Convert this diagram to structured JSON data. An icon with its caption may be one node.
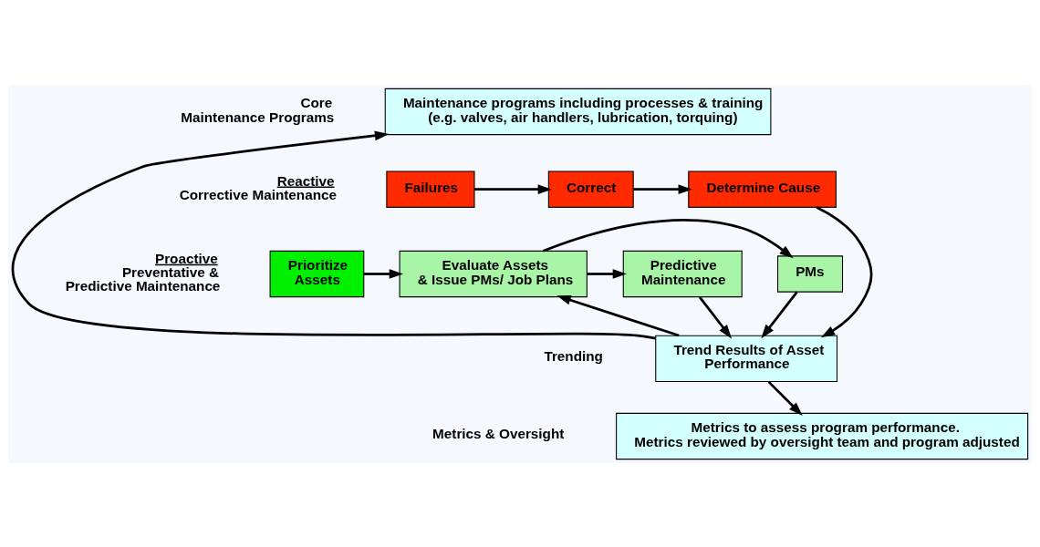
{
  "diagram": {
    "nodes": [
      {
        "text": [
          "Maintenance programs including processes & training (e.g. valves, air handlers, lubrication, torquing)"
        ]
      },
      {
        "text": [
          "Failures"
        ]
      },
      {
        "text": [
          "Correct"
        ]
      },
      {
        "text": [
          "Determine Cause"
        ]
      },
      {
        "text": [
          "Prioritize Assets"
        ]
      },
      {
        "text": [
          "Evaluate Assets & Issue PMs/ Job Plans"
        ]
      },
      {
        "text": [
          "PMs"
        ]
      },
      {
        "text": [
          "Predictive Maintenance"
        ]
      },
      {
        "text": [
          "Trend Results of Asset Performance"
        ]
      },
      {
        "text": [
          "Metrics to assess program performance. Metrics reviewed by oversight team and program adjusted"
        ]
      }
    ],
    "edges": [
      {
        "from": 1,
        "to": 2,
        "arrow": "to"
      },
      {
        "from": 2,
        "to": 3,
        "arrow": "to"
      },
      {
        "from": 4,
        "to": 5,
        "arrow": "to"
      },
      {
        "from": 5,
        "to": 6,
        "arrow": "to"
      },
      {
        "from": 5,
        "to": 7,
        "arrow": "to"
      },
      {
        "from": 3,
        "to": 8,
        "arrow": "to"
      },
      {
        "from": 6,
        "to": 8,
        "arrow": "to"
      },
      {
        "from": 7,
        "to": 8,
        "arrow": "to"
      },
      {
        "from": 8,
        "to": 5,
        "arrow": "to"
      },
      {
        "from": 8,
        "to": 9,
        "arrow": "to"
      },
      {
        "from": 8,
        "to": 0,
        "arrow": "to"
      }
    ],
    "labels": [
      "Core Maintenance Programs",
      "Reactive",
      "Corrective Maintenance",
      "Proactive",
      "Preventative & Predictive Maintenance",
      "Trending",
      "Metrics & Oversight"
    ]
  }
}
